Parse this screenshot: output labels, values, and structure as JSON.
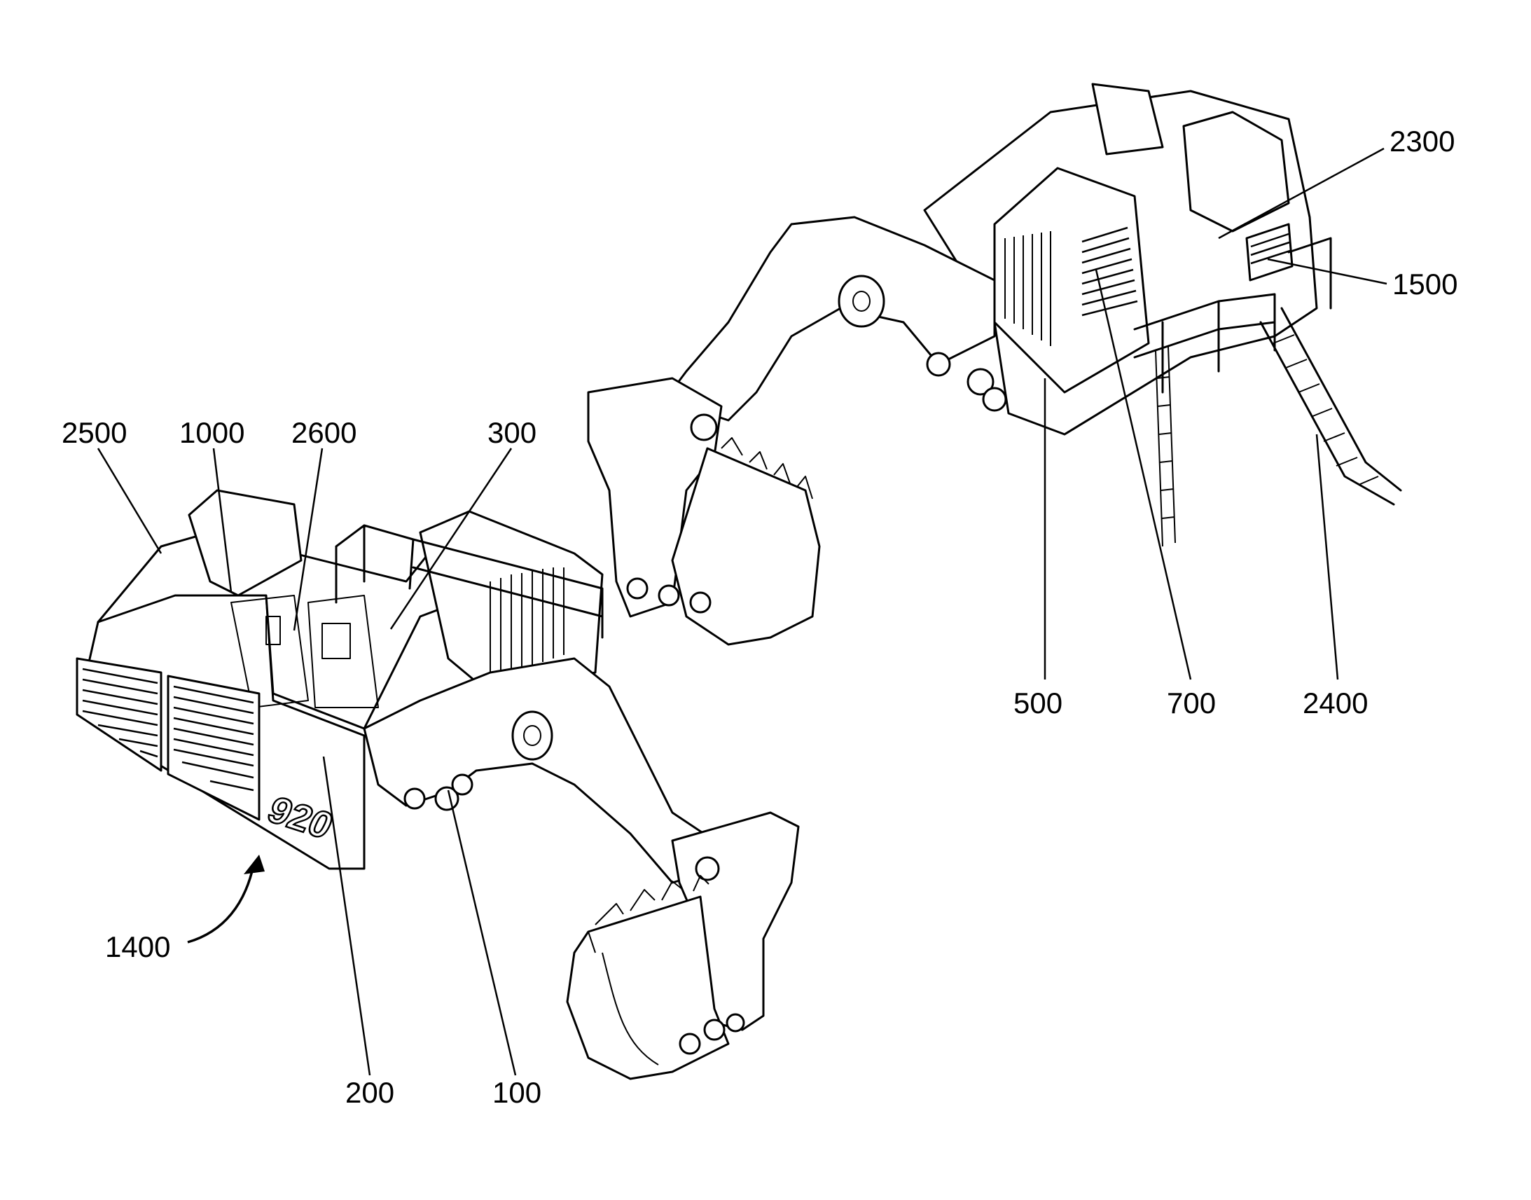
{
  "figure": {
    "labels": {
      "l2500": "2500",
      "l1000": "1000",
      "l2600": "2600",
      "l300": "300",
      "l1400": "1400",
      "l200": "200",
      "l100": "100",
      "l2300": "2300",
      "l1500": "1500",
      "l500": "500",
      "l700": "700",
      "l2400": "2400"
    },
    "model_marking": "920"
  }
}
